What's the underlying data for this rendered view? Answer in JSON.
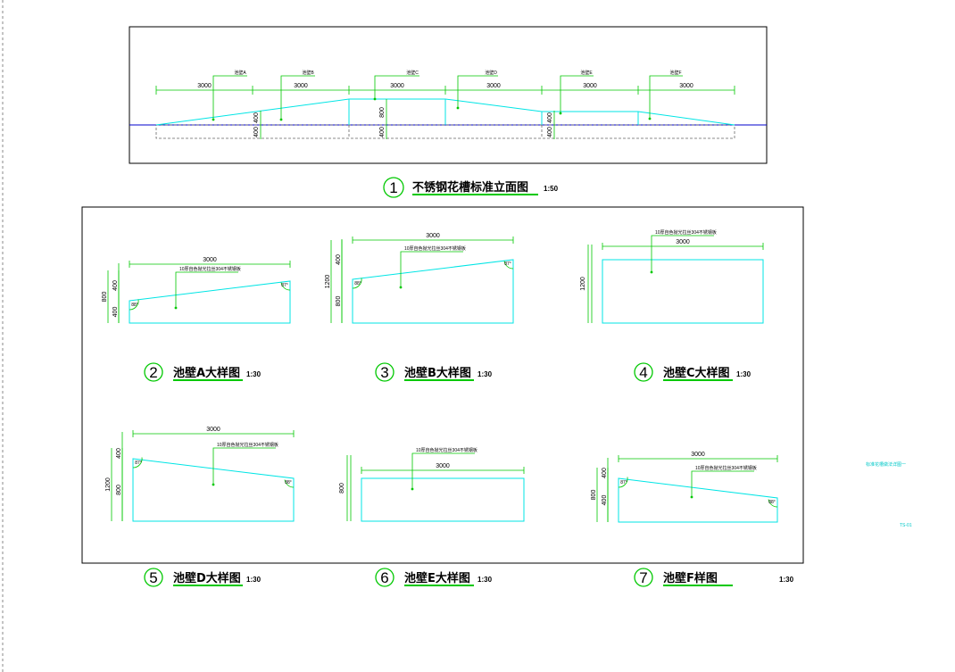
{
  "colors": {
    "outline": "#00e5e5",
    "dimension": "#00c800",
    "ground": "#0000cc",
    "frame": "#000000",
    "title_circle": "#00c800",
    "side_note": "#00c8c8"
  },
  "elevation": {
    "number": "1",
    "title": "不锈钢花槽标准立面图",
    "scale": "1:50",
    "walls": [
      "池壁A",
      "池壁B",
      "池壁C",
      "池壁D",
      "池壁E",
      "池壁F"
    ],
    "spans": [
      "3000",
      "3000",
      "3000",
      "3000",
      "3000",
      "3000"
    ],
    "heights": [
      "400",
      "400",
      "800",
      "400",
      "400",
      "400"
    ]
  },
  "details": [
    {
      "number": "2",
      "title": "池壁A大样图",
      "scale": "1:30",
      "width": "3000",
      "note": "10厚自色抛光拉丝304不锈钢板",
      "heights": [
        "400",
        "400"
      ],
      "total": "800",
      "angles": [
        "88°",
        "87°"
      ]
    },
    {
      "number": "3",
      "title": "池壁B大样图",
      "scale": "1:30",
      "width": "3000",
      "note": "10厚自色抛光拉丝304不锈钢板",
      "heights": [
        "400",
        "800"
      ],
      "total": "1200",
      "angles": [
        "88°",
        "87°"
      ]
    },
    {
      "number": "4",
      "title": "池壁C大样图",
      "scale": "1:30",
      "width": "3000",
      "note": "10厚自色抛光拉丝304不锈钢板",
      "heights": [],
      "total": "1200",
      "angles": []
    },
    {
      "number": "5",
      "title": "池壁D大样图",
      "scale": "1:30",
      "width": "3000",
      "note": "10厚自色抛光拉丝304不锈钢板",
      "heights": [
        "400",
        "800"
      ],
      "total": "1200",
      "angles": [
        "87°",
        "88°"
      ]
    },
    {
      "number": "6",
      "title": "池壁E大样图",
      "scale": "1:30",
      "width": "3000",
      "note": "10厚自色抛光拉丝304不锈钢板",
      "heights": [],
      "total": "800",
      "angles": []
    },
    {
      "number": "7",
      "title": "池壁F样图",
      "scale": "1:30",
      "width": "3000",
      "note": "10厚自色抛光拉丝304不锈钢板",
      "heights": [
        "400",
        "400"
      ],
      "total": "800",
      "angles": [
        "87°",
        "88°"
      ]
    }
  ],
  "side_notes": [
    "标准花槽做法详图一",
    "TS-01"
  ]
}
